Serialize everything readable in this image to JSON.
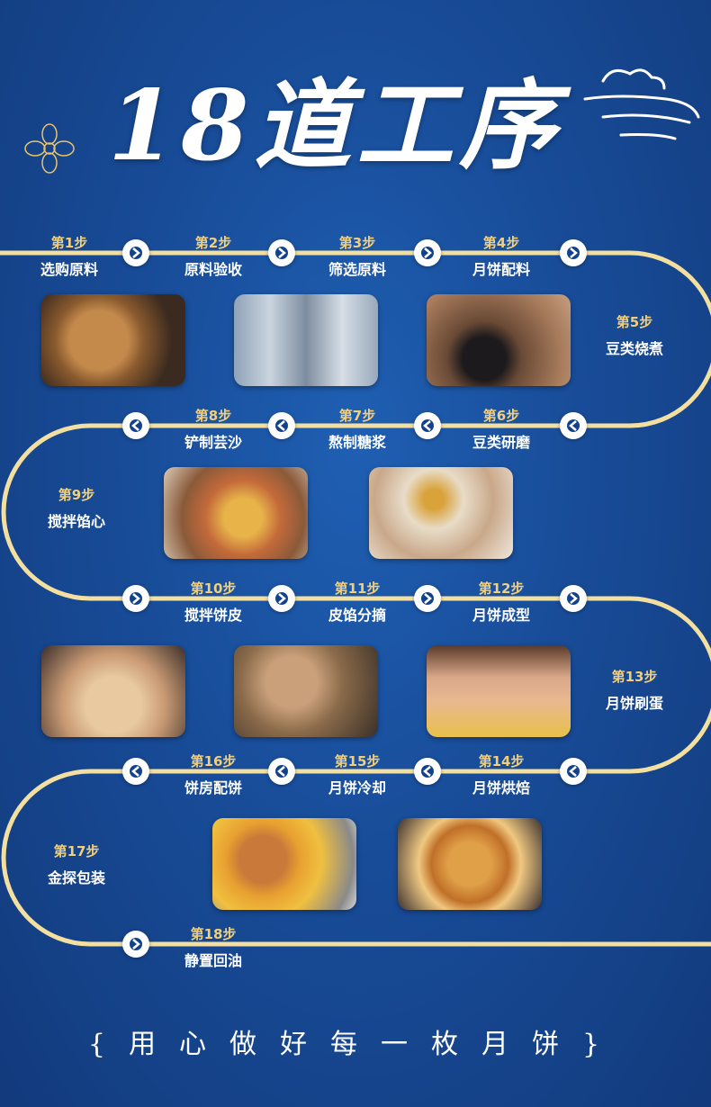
{
  "header": {
    "title": "18道工序"
  },
  "steps": [
    {
      "num": "第1步",
      "name": "选购原料"
    },
    {
      "num": "第2步",
      "name": "原料验收"
    },
    {
      "num": "第3步",
      "name": "筛选原料"
    },
    {
      "num": "第4步",
      "name": "月饼配料"
    },
    {
      "num": "第5步",
      "name": "豆类烧煮"
    },
    {
      "num": "第6步",
      "name": "豆类研磨"
    },
    {
      "num": "第7步",
      "name": "熬制糖浆"
    },
    {
      "num": "第8步",
      "name": "铲制芸沙"
    },
    {
      "num": "第9步",
      "name": "搅拌馅心"
    },
    {
      "num": "第10步",
      "name": "搅拌饼皮"
    },
    {
      "num": "第11步",
      "name": "皮馅分摘"
    },
    {
      "num": "第12步",
      "name": "月饼成型"
    },
    {
      "num": "第13步",
      "name": "月饼刷蛋"
    },
    {
      "num": "第14步",
      "name": "月饼烘焙"
    },
    {
      "num": "第15步",
      "name": "月饼冷却"
    },
    {
      "num": "第16步",
      "name": "饼房配饼"
    },
    {
      "num": "第17步",
      "name": "金探包装"
    },
    {
      "num": "第18步",
      "name": "静置回油"
    }
  ],
  "footer": {
    "text": "{用心做好每一枚月饼}"
  },
  "colors": {
    "background": "#184c98",
    "path": "#f3dfa0",
    "step_number": "#f2cf7a",
    "text": "#ffffff"
  }
}
